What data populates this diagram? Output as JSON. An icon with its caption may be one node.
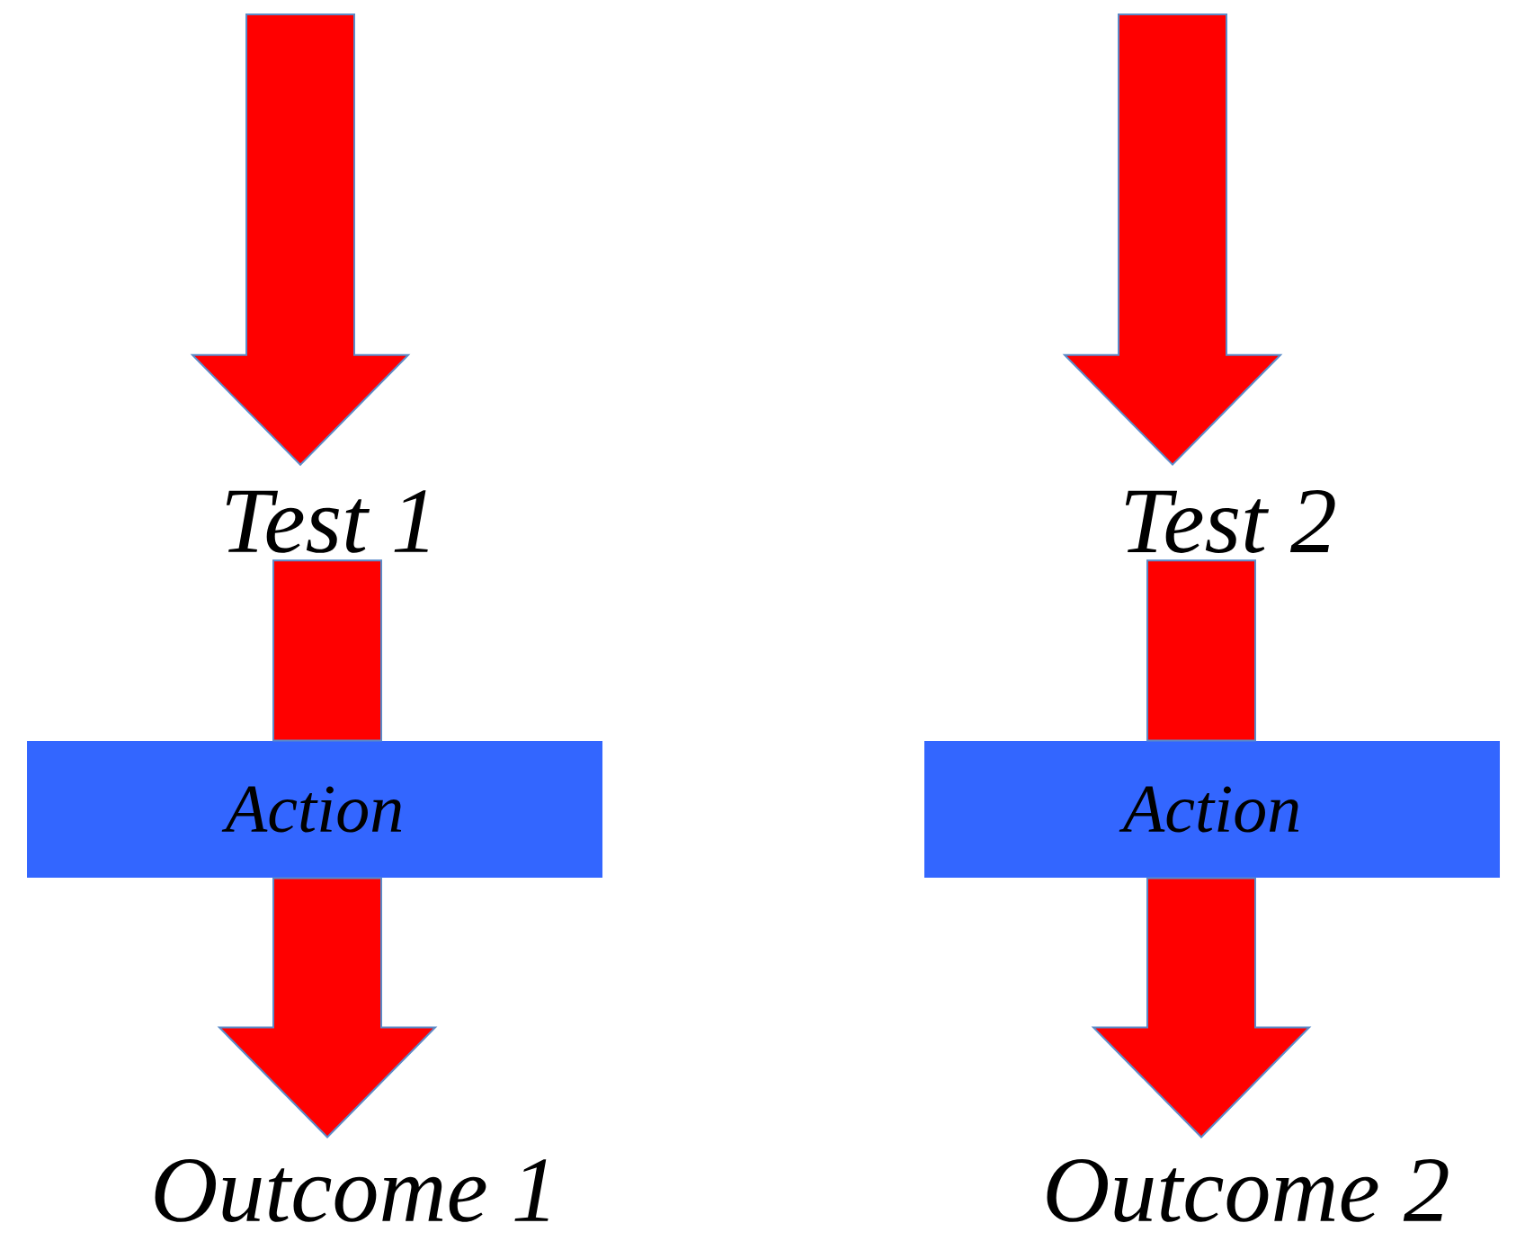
{
  "diagram": {
    "nodes": [
      {
        "text": [
          "Test 1"
        ]
      },
      {
        "text": [
          "Action"
        ]
      },
      {
        "text": [
          "Outcome 1"
        ]
      },
      {
        "text": [
          "Test 2"
        ]
      },
      {
        "text": [
          "Action"
        ]
      },
      {
        "text": [
          "Outcome 2"
        ]
      }
    ],
    "edges": [
      {
        "from": null,
        "to": 0,
        "arrow": "to"
      },
      {
        "from": 0,
        "to": 1,
        "arrow": "none"
      },
      {
        "from": 1,
        "to": 2,
        "arrow": "to"
      },
      {
        "from": null,
        "to": 3,
        "arrow": "to"
      },
      {
        "from": 3,
        "to": 4,
        "arrow": "none"
      },
      {
        "from": 4,
        "to": 5,
        "arrow": "to"
      }
    ]
  }
}
